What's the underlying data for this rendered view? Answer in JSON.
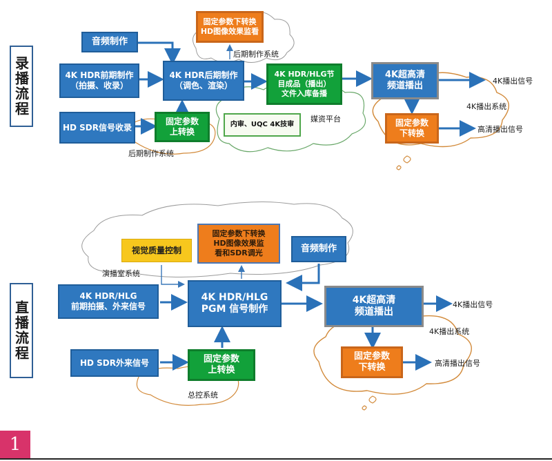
{
  "top": {
    "section_title": "录播流程",
    "nodes": {
      "audio": "音频制作",
      "pre_prod": "4K HDR前期制作\n（拍摄、收录）",
      "post_prod": "4K HDR后期制作\n（调色、渲染）",
      "monitor": "固定参数下转换\nHD图像效果监看",
      "archive": "4K HDR/HLG节\n目成品（播出）\n文件入库备播",
      "uhd_channel": "4K超高清\n频道播出",
      "sdr_in": "HD SDR信号收录",
      "upconvert": "固定参数\n上转换",
      "review": "内审、UQC 4K技审",
      "downconvert": "固定参数\n下转换"
    },
    "labels": {
      "post_system_top": "后期制作系统",
      "post_system_bottom": "后期制作系统",
      "media_platform": "媒资平台",
      "out_4k_signal": "4K播出信号",
      "out_4k_system": "4K播出系统",
      "out_hd_signal": "高清播出信号"
    }
  },
  "bottom": {
    "section_title": "直播流程",
    "nodes": {
      "visual_qc": "视觉质量控制",
      "monitor": "固定参数下转换\nHD图像效果监\n看和SDR调光",
      "audio": "音频制作",
      "pre_shoot": "4K HDR/HLG\n前期拍摄、外来信号",
      "pgm": "4K HDR/HLG\nPGM 信号制作",
      "uhd_channel": "4K超高清\n频道播出",
      "sdr_in": "HD SDR外来信号",
      "upconvert": "固定参数\n上转换",
      "downconvert": "固定参数\n下转换"
    },
    "labels": {
      "studio_system": "演播室系统",
      "master_control": "总控系统",
      "out_4k_signal": "4K播出信号",
      "out_4k_system": "4K播出系统",
      "out_hd_signal": "高清播出信号"
    }
  },
  "page_number": "1",
  "colors": {
    "arrow": "#2a71b8",
    "thin_arrow": "#3a78b9",
    "cloud_stroke_top": "#6aa86a",
    "cloud_stroke_gray": "#9a9a9a",
    "cloud_stroke_orange": "#d28a3a"
  }
}
